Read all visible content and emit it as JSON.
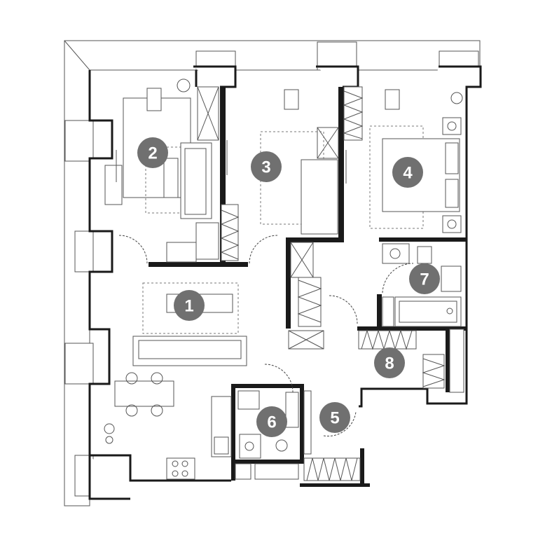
{
  "rooms": [
    {
      "label": "1"
    },
    {
      "label": "2"
    },
    {
      "label": "3"
    },
    {
      "label": "4"
    },
    {
      "label": "5"
    },
    {
      "label": "6"
    },
    {
      "label": "7"
    },
    {
      "label": "8"
    }
  ],
  "colors": {
    "wall": "#1a1a1a",
    "marker": "#707070",
    "marker_text": "#ffffff",
    "line": "#555555"
  }
}
